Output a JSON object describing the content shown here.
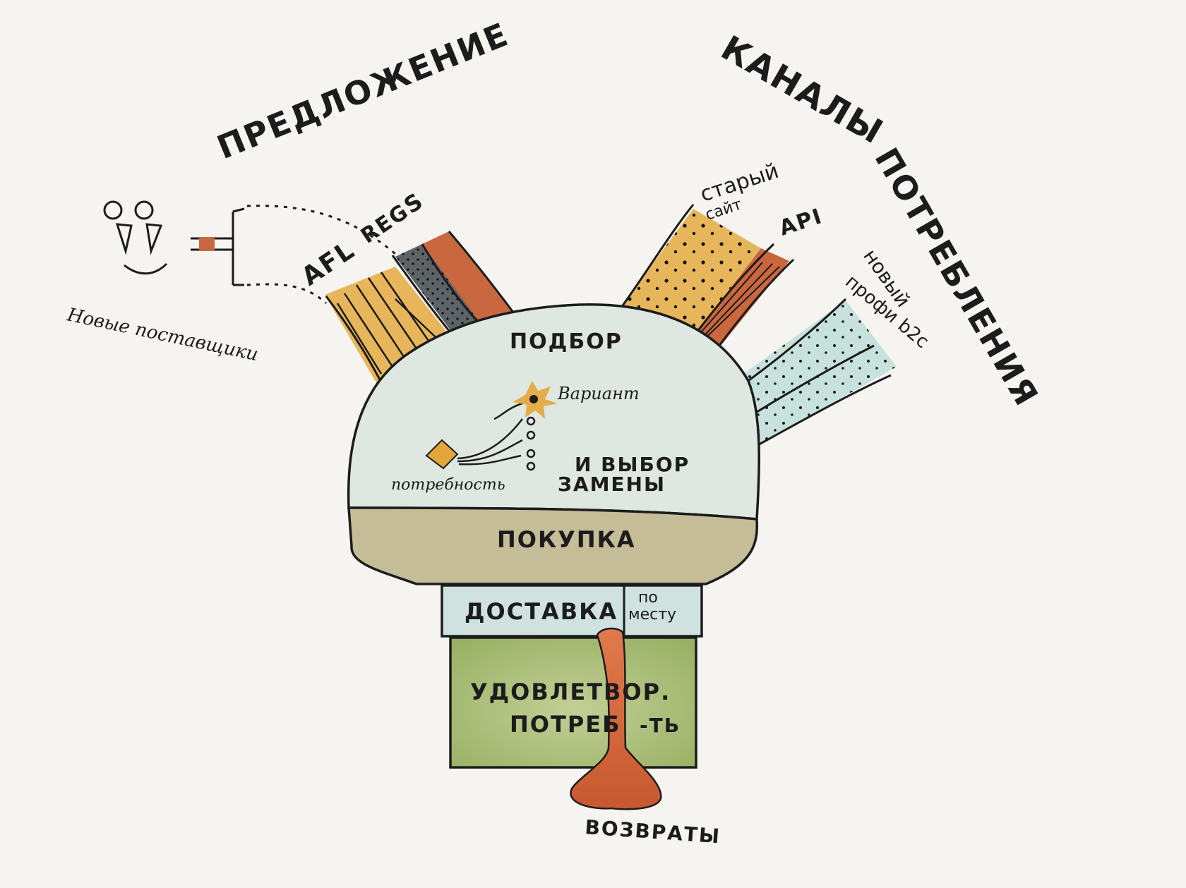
{
  "diagram": {
    "headings": {
      "supply": "ПРЕДЛОЖЕНИЕ",
      "channels": "КАНАЛЫ",
      "consumption": "ПОТРЕБЛЕНИЯ"
    },
    "supply_side": {
      "new_suppliers": "Новые поставщики",
      "sources": [
        "AFL",
        "REG",
        "S"
      ]
    },
    "channels": {
      "old_site": [
        "старый",
        "сайт"
      ],
      "api": "API",
      "new_profi": [
        "новый",
        "профи b2c"
      ]
    },
    "dome": {
      "selection": "ПОДБОР",
      "choice_line1": "И ВЫБОР",
      "choice_line2": "ЗАМЕНЫ",
      "option_label": "Вариант",
      "need_label": "потребность"
    },
    "purchase": "ПОКУПКА",
    "delivery": "ДОСТАВКА",
    "on_site": [
      "по",
      "месту"
    ],
    "satisfaction_line1": "УДОВЛЕТВОР.",
    "satisfaction_line2_left": "ПОТРЕБ",
    "satisfaction_line2_right": "-ТЬ",
    "returns": "ВОЗВРАТЫ",
    "colors": {
      "background": "#f5f4f0",
      "dome": "#dfe7e1",
      "purchase": "#c4bd98",
      "delivery": "#cfe2e0",
      "satisfaction": "#a7bb72",
      "ochre": "#e8b65a",
      "rust": "#c9673f",
      "slate": "#5d6366",
      "teal_light": "#c7e1dc",
      "star": "#e4a638",
      "ink": "#1c1c1c"
    }
  }
}
